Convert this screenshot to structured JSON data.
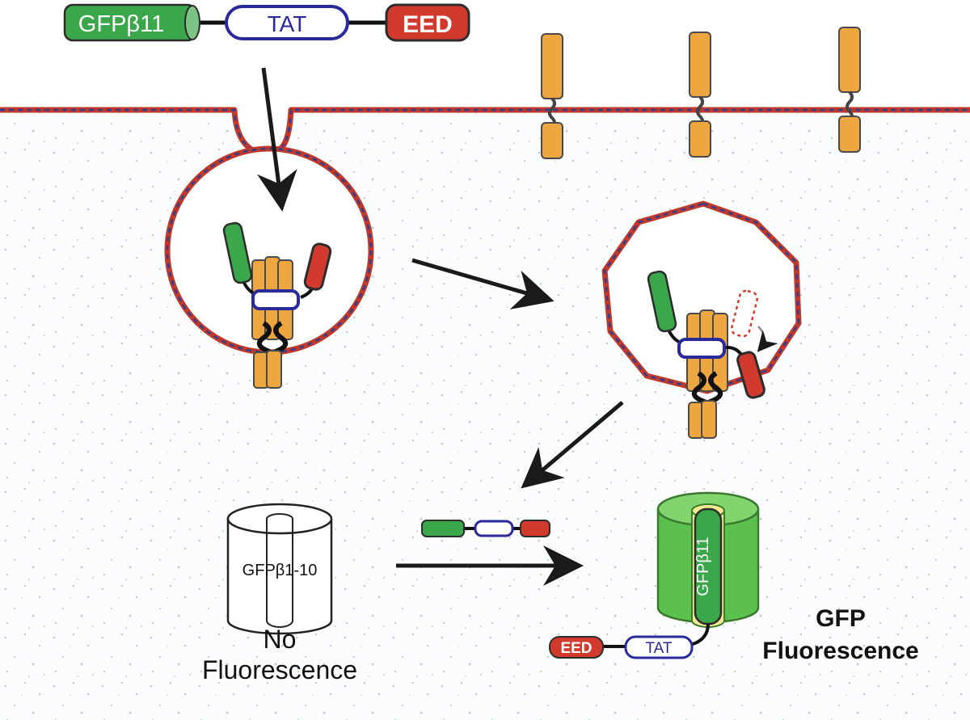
{
  "construct": {
    "gfp_label": "GFPβ11",
    "tat_label": "TAT",
    "eed_label": "EED"
  },
  "barrel": {
    "label": "GFPβ1-10"
  },
  "assembled": {
    "strand_label": "GFPβ11",
    "eed_label": "EED",
    "tat_label": "TAT"
  },
  "captions": {
    "no_fluorescence_1": "No",
    "no_fluorescence_2": "Fluorescence",
    "gfp_fluorescence_1": "GFP",
    "gfp_fluorescence_2": "Fluorescence"
  },
  "colors": {
    "green": "#3aa84a",
    "tat_border": "#2a2a9a",
    "eed": "#d23a2e",
    "orange": "#eea640",
    "membrane_red": "#c0392b",
    "membrane_blue": "#2e3f8f",
    "arrow": "#1a1a1a"
  }
}
